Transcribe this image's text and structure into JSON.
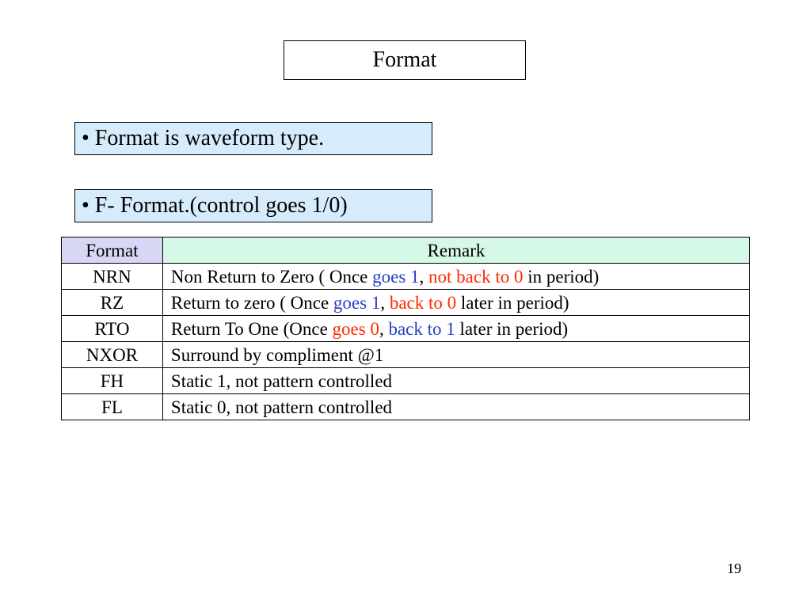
{
  "slide": {
    "title": "Format",
    "bullets": [
      "• Format is waveform type.",
      "• F- Format.(control goes 1/0)"
    ],
    "page_number": "19"
  },
  "colors": {
    "highlight_blue": "#2b3fc7",
    "highlight_red": "#ff2a00",
    "bullet_bg": "#d6ecfb",
    "header_format_bg": "#d7d7f5",
    "header_remark_bg": "#d6f8e6"
  },
  "table": {
    "headers": [
      "Format",
      "Remark"
    ],
    "rows": [
      {
        "format": "NRN",
        "remark": [
          {
            "text": "Non Return to Zero ( Once ",
            "color": ""
          },
          {
            "text": "goes 1",
            "color": "blue"
          },
          {
            "text": ", ",
            "color": ""
          },
          {
            "text": "not back to 0",
            "color": "red"
          },
          {
            "text": " in period)",
            "color": ""
          }
        ]
      },
      {
        "format": "RZ",
        "remark": [
          {
            "text": "Return to zero ( Once ",
            "color": ""
          },
          {
            "text": "goes 1",
            "color": "blue"
          },
          {
            "text": ", ",
            "color": ""
          },
          {
            "text": "back to 0",
            "color": "red"
          },
          {
            "text": " later in period)",
            "color": ""
          }
        ]
      },
      {
        "format": "RTO",
        "remark": [
          {
            "text": "Return To One (Once ",
            "color": ""
          },
          {
            "text": "goes 0",
            "color": "red"
          },
          {
            "text": ", ",
            "color": ""
          },
          {
            "text": "back to 1",
            "color": "blue"
          },
          {
            "text": " later in period)",
            "color": ""
          }
        ]
      },
      {
        "format": "NXOR",
        "remark": [
          {
            "text": "Surround by compliment @1",
            "color": ""
          }
        ]
      },
      {
        "format": "FH",
        "remark": [
          {
            "text": "Static 1, not pattern controlled",
            "color": ""
          }
        ]
      },
      {
        "format": "FL",
        "remark": [
          {
            "text": "Static 0, not pattern controlled",
            "color": ""
          }
        ]
      }
    ]
  }
}
